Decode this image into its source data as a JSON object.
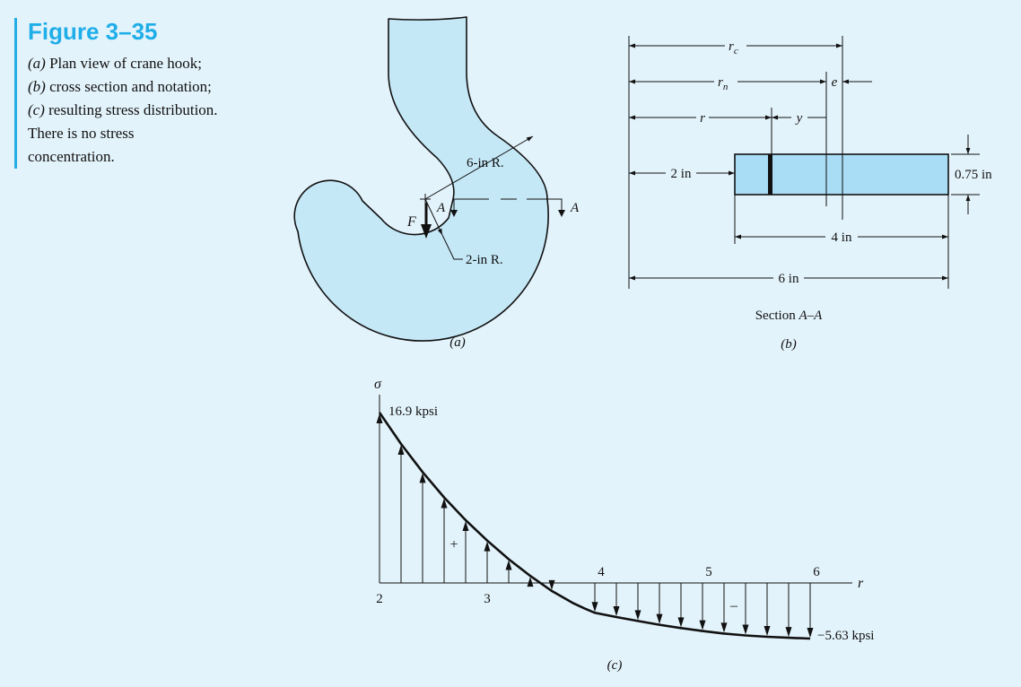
{
  "caption": {
    "title": "Figure 3–35",
    "lines": [
      {
        "tag": "(a)",
        "text": " Plan view of crane hook;"
      },
      {
        "tag": "(b)",
        "text": " cross section and notation;"
      },
      {
        "tag": "(c)",
        "text": " resulting stress distribution."
      },
      {
        "tag": "",
        "text": "There is no stress"
      },
      {
        "tag": "",
        "text": "concentration."
      }
    ]
  },
  "colors": {
    "fill": "#c5e8f7",
    "section_fill": "#a9dcf5",
    "accent": "#20aee8",
    "background": "#e3f3fb"
  },
  "hook": {
    "outer_radius_label": "6-in R.",
    "inner_radius_label": "2-in R.",
    "force_label": "F",
    "section_label_left": "A",
    "section_label_right": "A",
    "caption": "(a)"
  },
  "section": {
    "rc_label": "r",
    "rc_sub": "c",
    "rn_label": "r",
    "rn_sub": "n",
    "e_label": "e",
    "r_label": "r",
    "y_label": "y",
    "inner_dim": "2 in",
    "width_dim": "4 in",
    "outer_dim": "6 in",
    "height_dim": "0.75 in",
    "title_prefix": "Section ",
    "title_italic": "A–A",
    "caption": "(b)"
  },
  "chart_data": {
    "type": "line",
    "ylabel": "σ",
    "xlabel": "r",
    "x_ticks": [
      {
        "v": 2,
        "label": "2",
        "pos": "below"
      },
      {
        "v": 3,
        "label": "3",
        "pos": "below"
      },
      {
        "v": 4,
        "label": "4",
        "pos": "above"
      },
      {
        "v": 5,
        "label": "5",
        "pos": "above"
      },
      {
        "v": 6,
        "label": "6",
        "pos": "above"
      }
    ],
    "xlim": [
      2,
      6
    ],
    "ylim": [
      -5.63,
      16.9
    ],
    "annotations": {
      "max": "16.9 kpsi",
      "min": "−5.63 kpsi",
      "positive": "+",
      "negative": "–"
    },
    "series": [
      {
        "x": [
          2,
          2.2,
          2.4,
          2.6,
          2.8,
          3,
          3.2,
          3.4,
          3.6,
          3.8,
          3.9,
          4,
          4.2,
          4.4,
          4.6,
          4.8,
          5,
          5.2,
          5.4,
          5.6,
          5.8,
          6
        ],
        "y": [
          16.9,
          13.79,
          11.0,
          8.49,
          6.23,
          4.21,
          2.36,
          0.7,
          -0.81,
          -2.05,
          -2.56,
          -3.02,
          -3.45,
          -3.85,
          -4.23,
          -4.57,
          -4.87,
          -5.12,
          -5.31,
          -5.45,
          -5.55,
          -5.63
        ]
      }
    ],
    "caption": "(c)"
  }
}
